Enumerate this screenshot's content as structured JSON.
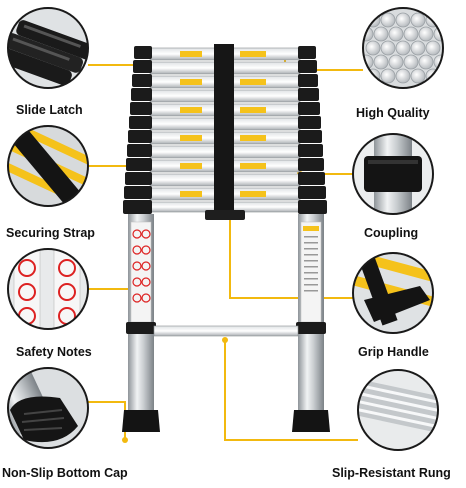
{
  "features": {
    "slide_latch": "Slide Latch",
    "securing_strap": "Securing Strap",
    "safety_notes": "Safety Notes",
    "non_slip_bottom_cap": "Non-Slip Bottom Cap",
    "high_quality": "High Quality",
    "coupling": "Coupling",
    "grip_handle": "Grip Handle",
    "slip_resistant_rung": "Slip-Resistant Rung"
  },
  "colors": {
    "leader_line": "#f2b90f",
    "circle_border": "#1a1a1a",
    "warning_yellow": "#f5c21b"
  }
}
